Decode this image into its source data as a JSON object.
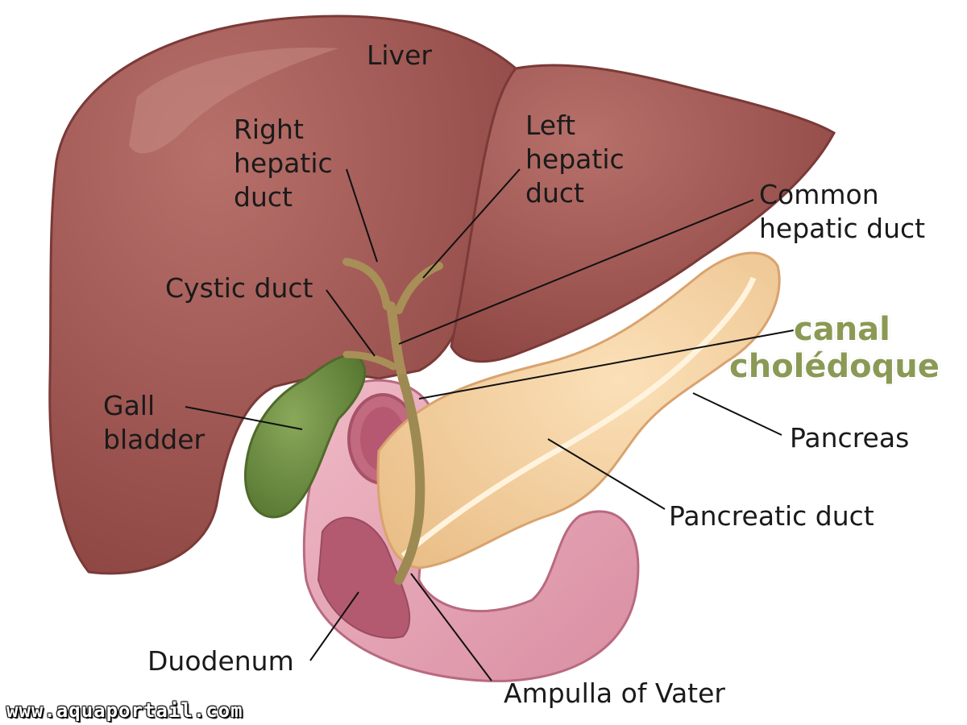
{
  "labels": {
    "liver": "Liver",
    "right_hepatic_duct": [
      "Right",
      "hepatic",
      "duct"
    ],
    "left_hepatic_duct": [
      "Left",
      "hepatic",
      "duct"
    ],
    "common_hepatic_duct": [
      "Common",
      "hepatic duct"
    ],
    "cystic_duct": "Cystic duct",
    "gall_bladder": [
      "Gall",
      "bladder"
    ],
    "pancreas": "Pancreas",
    "pancreatic_duct": "Pancreatic duct",
    "duodenum": "Duodenum",
    "ampulla_of_vater": "Ampulla of Vater"
  },
  "overlay": {
    "canal_choledoque": [
      "canal",
      "cholédoque"
    ],
    "watermark": "www.aquaportail.com"
  },
  "colors": {
    "liver": "#a05550",
    "gall_bladder": "#6f8f40",
    "pancreas": "#f3cfa0",
    "duodenum": "#e6a6b4",
    "duct": "#a88f58",
    "overlay_text": "#8a9a55"
  }
}
